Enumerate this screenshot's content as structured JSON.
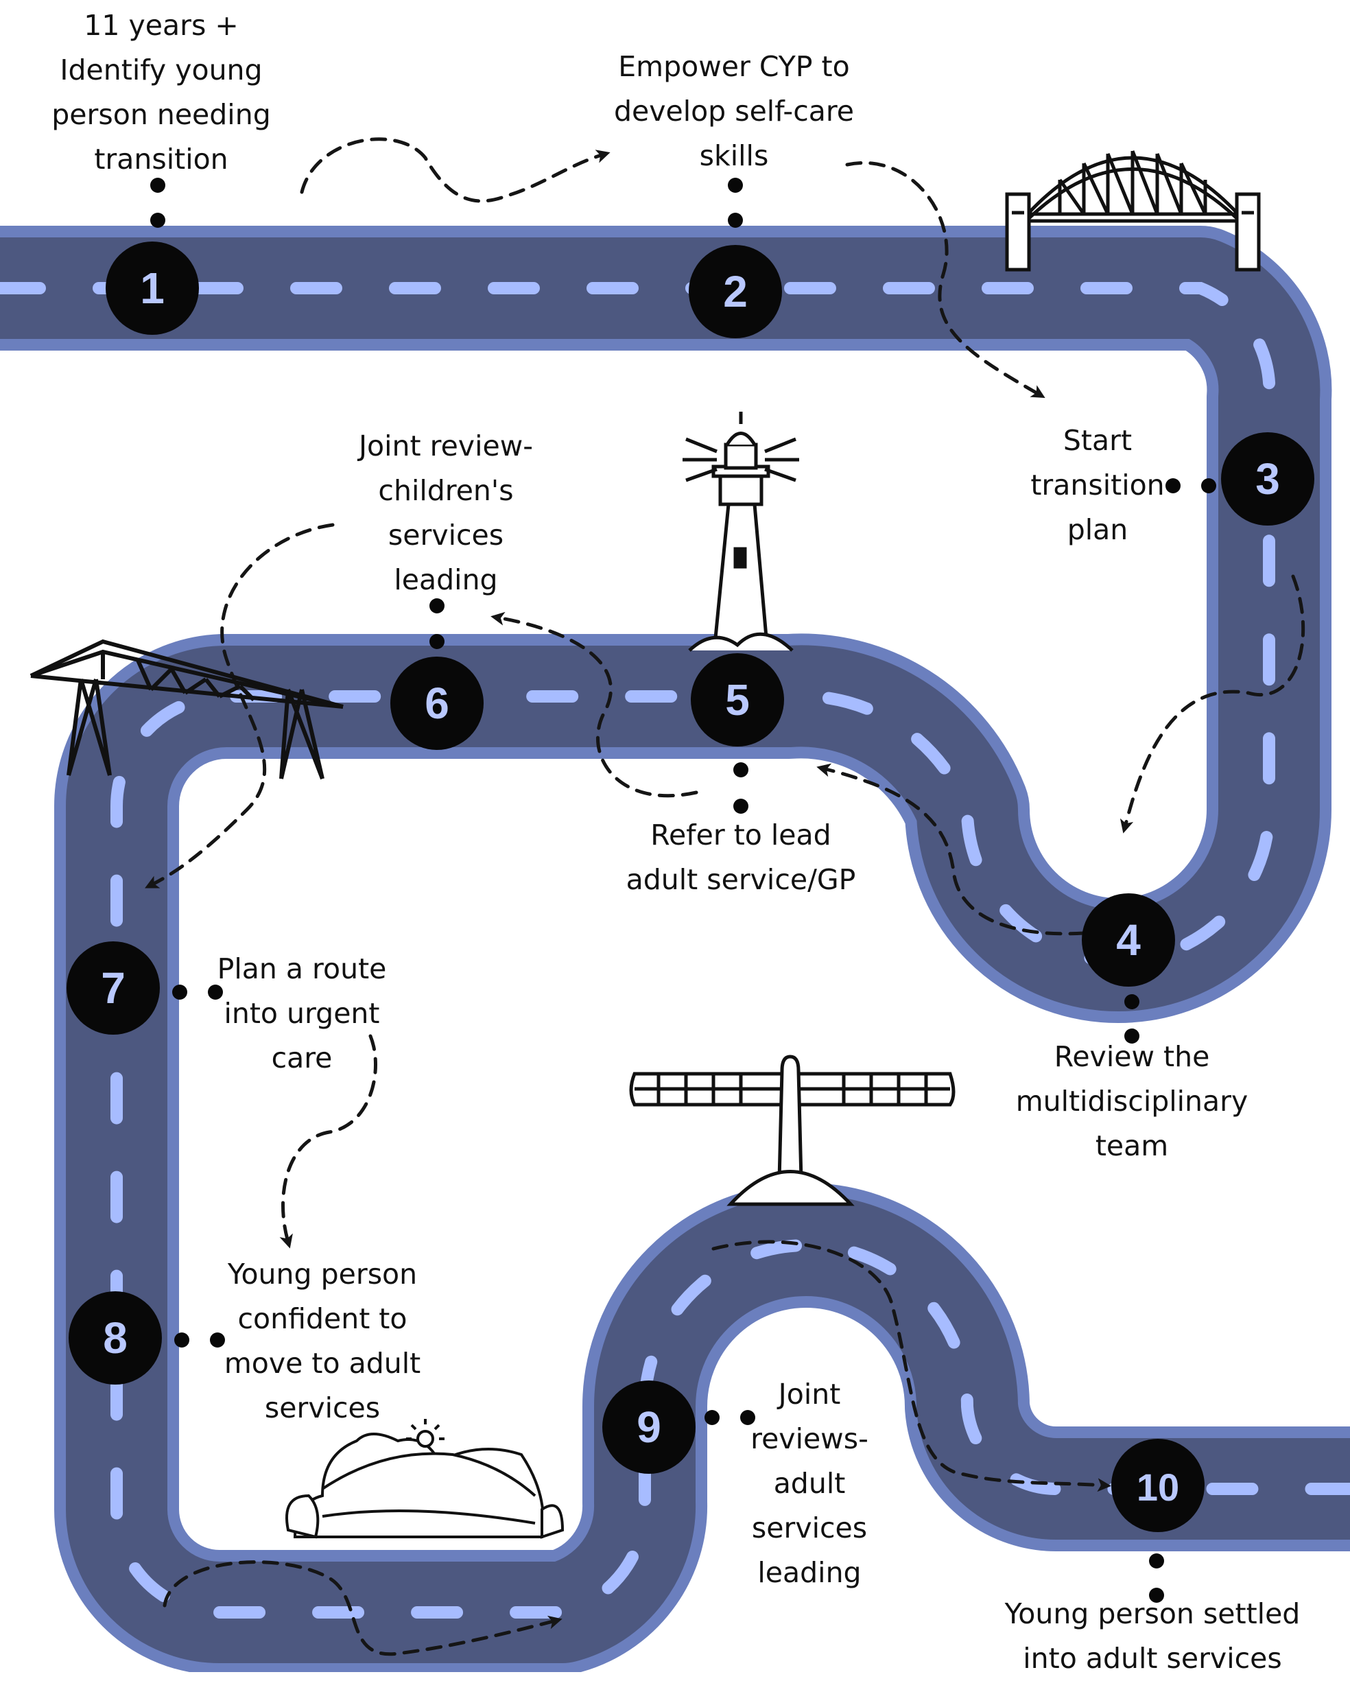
{
  "colors": {
    "road_fill": "#4d5880",
    "road_edge": "#6b7fbe",
    "lane_dash": "#a7bcff",
    "marker_fill": "#080808",
    "marker_number": "#b9c8ff",
    "text": "#111111",
    "arrow": "#151515"
  },
  "steps": [
    {
      "number": "1",
      "label": "11 years +\nIdentify young\nperson needing\ntransition"
    },
    {
      "number": "2",
      "label": "Empower CYP to\ndevelop self-care\nskills"
    },
    {
      "number": "3",
      "label": "Start\ntransition\nplan"
    },
    {
      "number": "4",
      "label": "Review the\nmultidisciplinary\nteam"
    },
    {
      "number": "5",
      "label": "Refer to lead\nadult service/GP"
    },
    {
      "number": "6",
      "label": "Joint review-\nchildren's\nservices\nleading"
    },
    {
      "number": "7",
      "label": "Plan a route\ninto urgent\ncare"
    },
    {
      "number": "8",
      "label": "Young person\nconfident to\nmove to adult\nservices"
    },
    {
      "number": "9",
      "label": "Joint\nreviews-\nadult\nservices\nleading"
    },
    {
      "number": "10",
      "label": "Young person settled\ninto adult services"
    }
  ],
  "landmarks": [
    "bridge-icon",
    "lighthouse-icon",
    "transporter-bridge-icon",
    "angel-of-the-north-icon",
    "hills-landscape-icon"
  ]
}
